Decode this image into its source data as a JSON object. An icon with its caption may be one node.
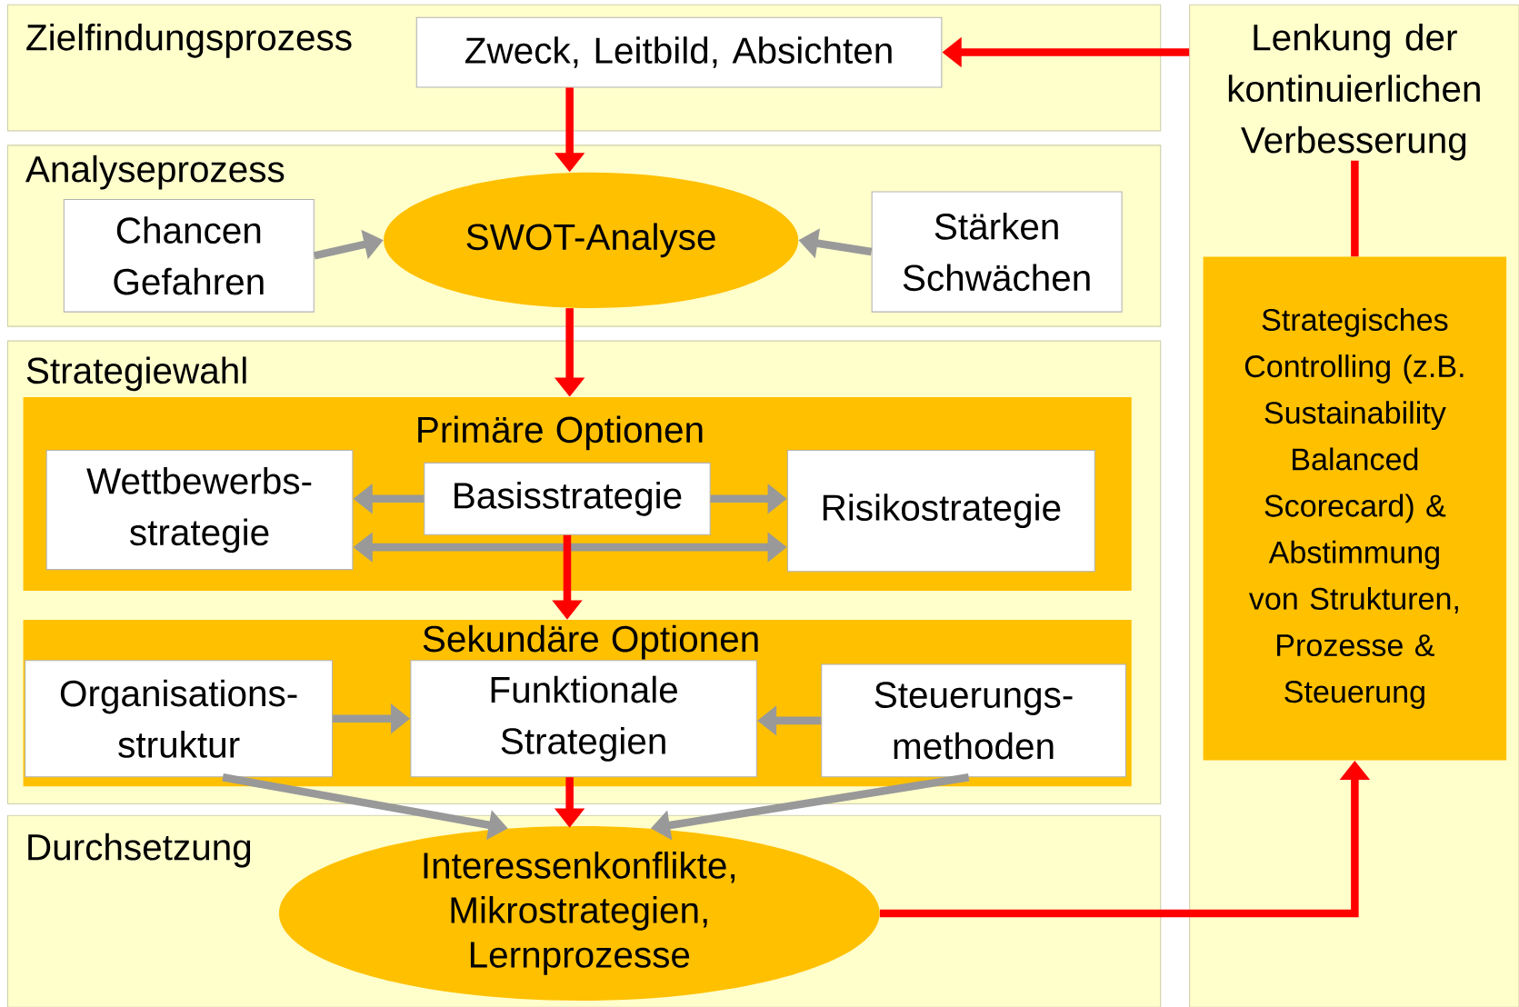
{
  "diagram": {
    "nodes": [
      {
        "text": [
          "Zielfindungsprozess"
        ]
      },
      {
        "text": [
          "Zweck, Leitbild, Absichten"
        ],
        "in": 0
      },
      {
        "text": [
          "Analyseprozess"
        ]
      },
      {
        "text": [
          "Chancen Gefahren"
        ],
        "in": 2
      },
      {
        "text": [
          "SWOT-Analyse"
        ],
        "in": 2
      },
      {
        "text": [
          "Stärken Schwächen"
        ],
        "in": 2
      },
      {
        "text": [
          "Strategiewahl"
        ]
      },
      {
        "text": [
          "Primäre Optionen"
        ],
        "in": 6
      },
      {
        "text": [
          "Wettbewerbs- strategie"
        ],
        "in": 7
      },
      {
        "text": [
          "Basisstrategie"
        ],
        "in": 7
      },
      {
        "text": [
          "Risikostrategie"
        ],
        "in": 7
      },
      {
        "text": [
          "Sekundäre Optionen"
        ],
        "in": 6
      },
      {
        "text": [
          "Organisations- struktur"
        ],
        "in": 11
      },
      {
        "text": [
          "Funktionale Strategien"
        ],
        "in": 11
      },
      {
        "text": [
          "Steuerungs- methoden"
        ],
        "in": 11
      },
      {
        "text": [
          "Durchsetzung"
        ]
      },
      {
        "text": [
          "Interessenkonflikte, Mikrostrategien, Lernprozesse"
        ],
        "in": 15
      },
      {
        "text": [],
        "shape": "box"
      },
      {
        "text": [
          "Lenkung der kontinuierlichen Verbesserung"
        ],
        "in": 17
      },
      {
        "text": [
          "Strategisches Controlling (z.B. Sustainability Balanced Scorecard) & Abstimmung von Strukturen, Prozesse & Steuerung"
        ],
        "in": 17
      }
    ],
    "edges": [
      {
        "from": 17,
        "to": 1,
        "arrow": "to",
        "color": "#ff0000"
      },
      {
        "from": 1,
        "to": 4,
        "arrow": "to",
        "color": "#ff0000"
      },
      {
        "from": 3,
        "to": 4,
        "arrow": "to"
      },
      {
        "from": 5,
        "to": 4,
        "arrow": "to"
      },
      {
        "from": 4,
        "to": 7,
        "arrow": "to",
        "color": "#ff0000"
      },
      {
        "from": 9,
        "to": 8,
        "arrow": "to"
      },
      {
        "from": 9,
        "to": 10,
        "arrow": "to"
      },
      {
        "from": 8,
        "to": 10,
        "arrow": "both"
      },
      {
        "from": 9,
        "to": 11,
        "arrow": "to",
        "color": "#ff0000"
      },
      {
        "from": 12,
        "to": 13,
        "arrow": "to"
      },
      {
        "from": 14,
        "to": 13,
        "arrow": "to"
      },
      {
        "from": 13,
        "to": 16,
        "arrow": "to",
        "color": "#ff0000"
      },
      {
        "from": 12,
        "to": 16,
        "arrow": "to"
      },
      {
        "from": 14,
        "to": 16,
        "arrow": "to"
      },
      {
        "from": 16,
        "to": 19,
        "arrow": "to",
        "color": "#ff0000"
      },
      {
        "from": 19,
        "to": 18,
        "arrow": "none",
        "color": "#ff0000"
      }
    ]
  }
}
